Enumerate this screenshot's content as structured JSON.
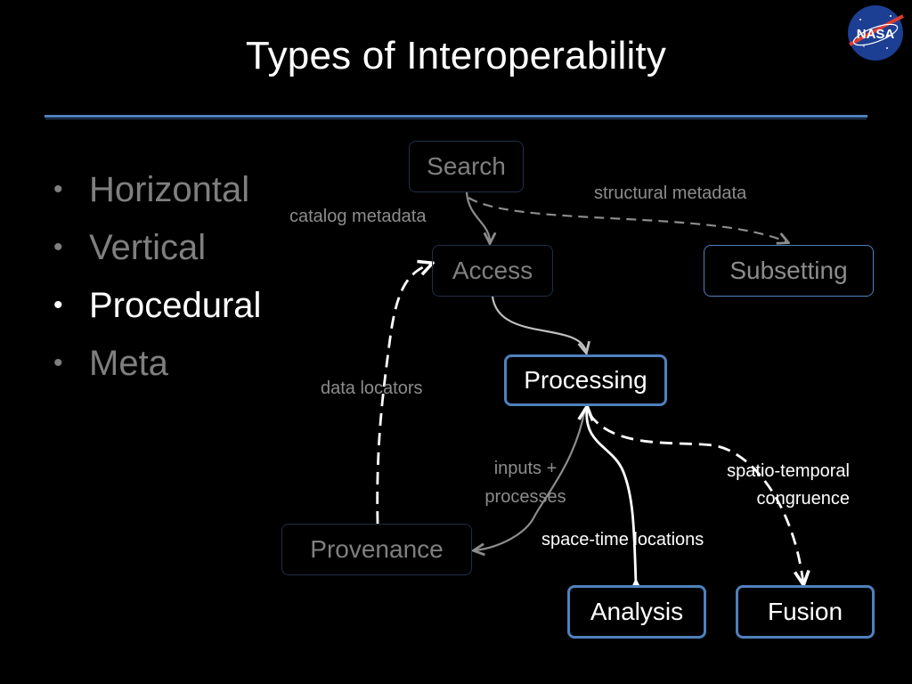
{
  "title": "Types of Interoperability",
  "logo": {
    "text": "NASA"
  },
  "bullets": [
    {
      "label": "Horizontal",
      "active": false
    },
    {
      "label": "Vertical",
      "active": false
    },
    {
      "label": "Procedural",
      "active": true
    },
    {
      "label": "Meta",
      "active": false
    }
  ],
  "diagram": {
    "nodes": {
      "search": "Search",
      "access": "Access",
      "subsetting": "Subsetting",
      "processing": "Processing",
      "provenance": "Provenance",
      "analysis": "Analysis",
      "fusion": "Fusion"
    },
    "edge_labels": {
      "catalog_metadata": "catalog metadata",
      "structural_metadata": "structural metadata",
      "data_locators": "data locators",
      "inputs_processes": "inputs +\nprocesses",
      "space_time_locations": "space-time locations",
      "spatio_temporal_congruence": "spatio-temporal\ncongruence"
    }
  },
  "colors": {
    "background": "#000000",
    "accent": "#4f81bd",
    "dim_text": "#7f7f7f",
    "bright_text": "#ffffff"
  }
}
